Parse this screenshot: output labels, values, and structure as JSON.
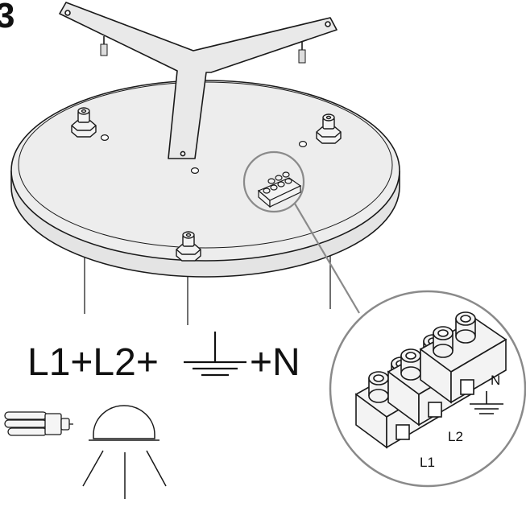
{
  "step": {
    "number": "3"
  },
  "formula": {
    "part1": "L1+L2+",
    "part2": "+N",
    "ground_symbol": "ground-symbol-icon"
  },
  "terminal_labels": {
    "n": "N",
    "l2": "L2",
    "l1": "L1"
  },
  "colors": {
    "line": "#1a1a1a",
    "plate_fill": "#ededed",
    "rim_fill": "#e4e4e4",
    "callout": "#8a8a8a",
    "text": "#111111"
  },
  "icons": {
    "fixture": "ceiling-light-fixture-icon",
    "bulb": "cfl-bulb-icon",
    "lamp": "ceiling-lamp-icon",
    "terminal_block": "terminal-block-icon"
  }
}
